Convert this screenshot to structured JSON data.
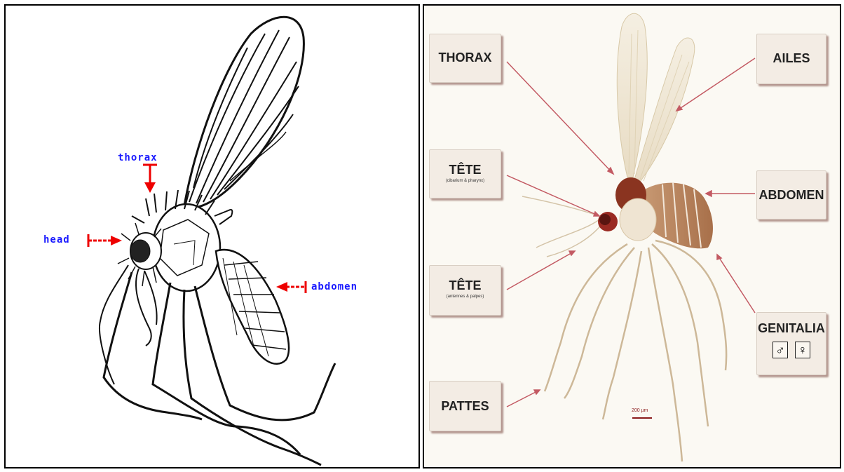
{
  "left": {
    "labels": {
      "thorax": "thorax",
      "head": "head",
      "abdomen": "abdomen"
    }
  },
  "right": {
    "labels": {
      "thorax": "THORAX",
      "head1": "TÊTE",
      "head1_sub": "(cibarium & pharynx)",
      "head2": "TÊTE",
      "head2_sub": "(antennes & palpes)",
      "legs": "PATTES",
      "wings": "AILES",
      "abdomen": "ABDOMEN",
      "genitalia": "GENITALIA",
      "male_symbol": "♂",
      "female_symbol": "♀"
    },
    "scale_bar": "200 µm"
  }
}
